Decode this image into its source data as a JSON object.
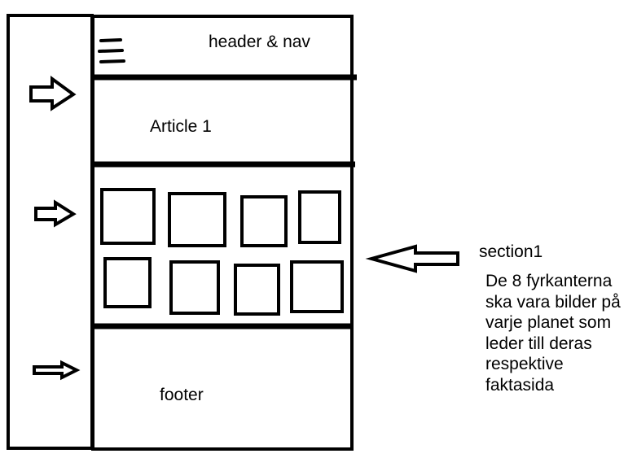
{
  "labels": {
    "header_nav": "header & nav",
    "article": "Article 1",
    "footer": "footer",
    "section": "section1"
  },
  "note_lines": [
    "De 8 fyrkanterna",
    "ska vara bilder på",
    "varje planet som",
    "leder till deras",
    "respektive",
    "faktasida"
  ],
  "planet_image_count": 8,
  "stroke_color": "#000000",
  "background_color": "#ffffff"
}
